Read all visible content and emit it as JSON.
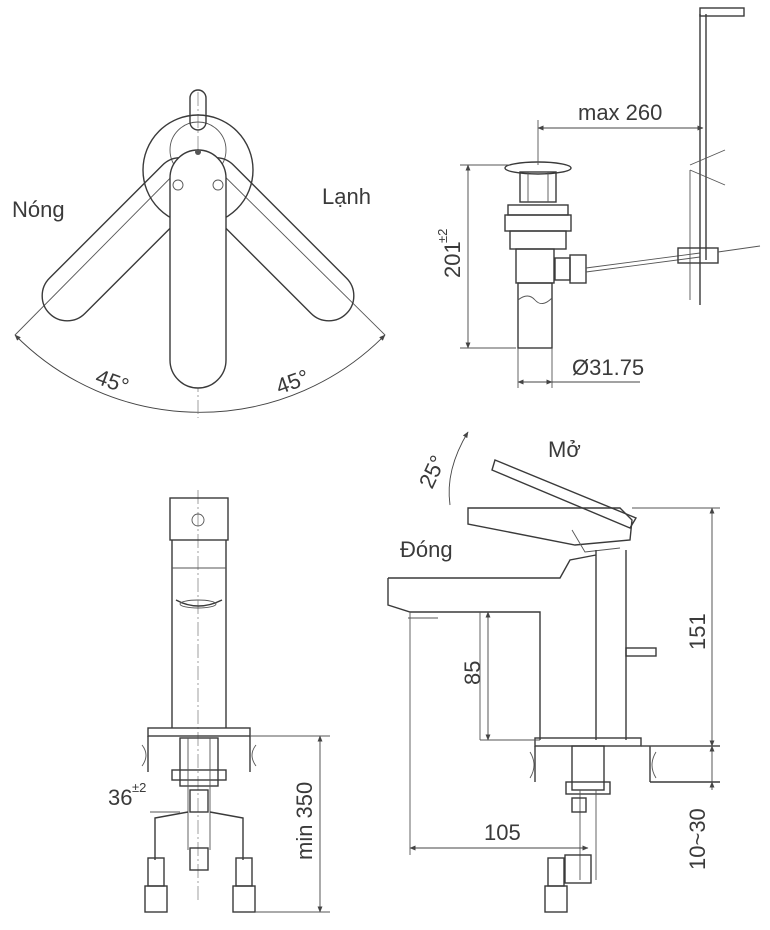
{
  "labels": {
    "hot": "Nóng",
    "cold": "Lạnh",
    "angle_left": "45°",
    "angle_right": "45°",
    "max_reach": "max 260",
    "drain_height": "201",
    "drain_height_tol": "±2",
    "drain_diameter": "Ø31.75",
    "open_label": "Mở",
    "closed_label": "Đóng",
    "lever_angle": "25°",
    "height_total": "151",
    "spout_height": "85",
    "spout_reach": "105",
    "deck_thickness": "10~30",
    "hose_spacing": "36",
    "hose_spacing_tol": "±2",
    "hose_length": "min 350"
  }
}
